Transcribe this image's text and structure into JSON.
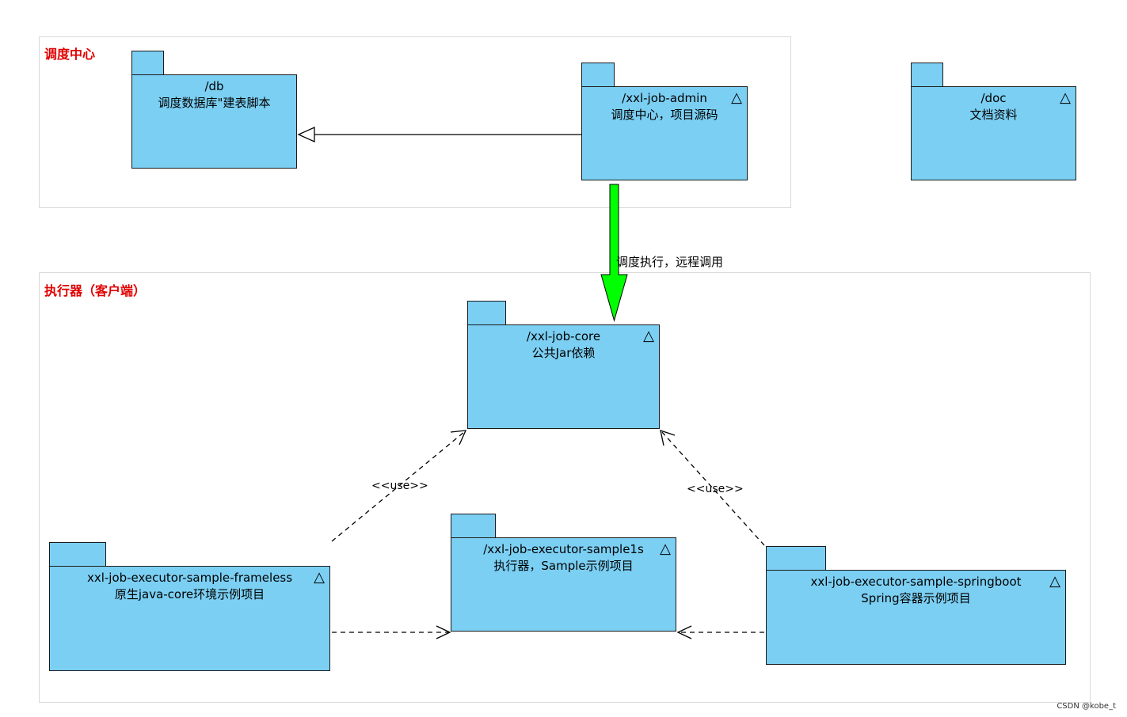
{
  "regions": {
    "scheduler_center": "调度中心",
    "executor": "执行器（客户端）"
  },
  "packages": {
    "db": {
      "name": "/db",
      "desc": "调度数据库\"建表脚本"
    },
    "admin": {
      "name": "/xxl-job-admin",
      "desc": "调度中心，项目源码"
    },
    "doc": {
      "name": "/doc",
      "desc": "文档资料"
    },
    "core": {
      "name": "/xxl-job-core",
      "desc": "公共Jar依赖"
    },
    "frameless": {
      "name": "xxl-job-executor-sample-frameless",
      "desc": "原生java-core环境示例项目"
    },
    "sample1s": {
      "name": "/xxl-job-executor-sample1s",
      "desc": "执行器，Sample示例项目"
    },
    "springboot": {
      "name": "xxl-job-executor-sample-springboot",
      "desc": "Spring容器示例项目"
    }
  },
  "edges": {
    "schedule_label": "调度执行，远程调用",
    "use_left": "<<use>>",
    "use_right": "<<use>>"
  },
  "symbols": {
    "package_marker": "△"
  },
  "colors": {
    "package_fill": "#7bcff3",
    "region_label": "#e00000",
    "schedule_arrow": "#00ff00"
  },
  "watermark": "CSDN @kobe_t"
}
